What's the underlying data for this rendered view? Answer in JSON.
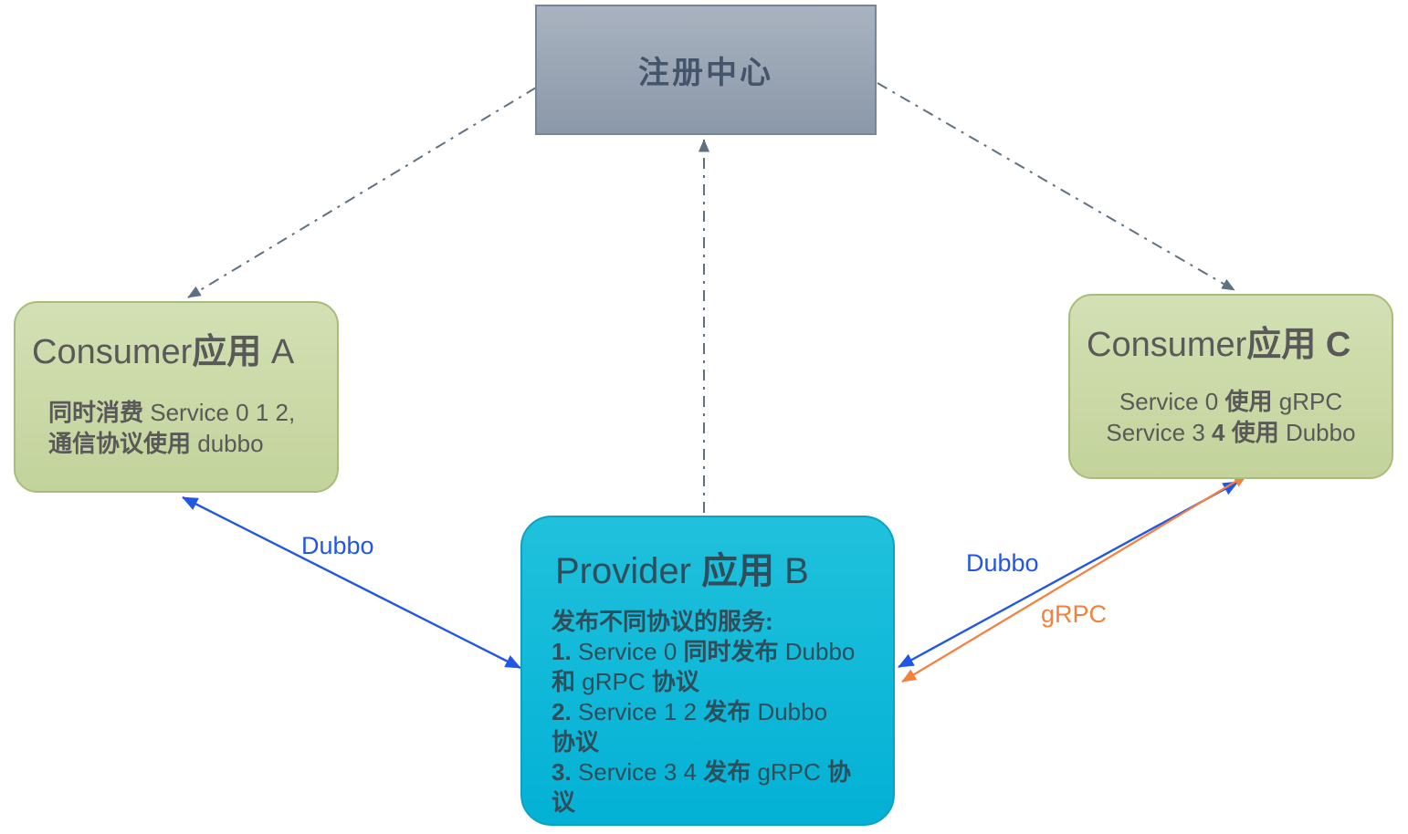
{
  "registry": {
    "title": "注册中心"
  },
  "consumer_a": {
    "title": {
      "pre": "Consumer",
      "bold": "应用",
      "post": " A"
    },
    "body": [
      {
        "bold": "同时消费",
        "post": " Service 0 1 2,"
      },
      {
        "bold": "通信协议使用",
        "post": " dubbo"
      }
    ]
  },
  "consumer_c": {
    "title": {
      "pre": "Consumer",
      "bold": "应用 C"
    },
    "body": [
      {
        "pre": "Service 0 ",
        "bold": "使用",
        "post": " gRPC"
      },
      {
        "pre": "Service 3 ",
        "bold": "4 使用",
        "post": " Dubbo"
      }
    ]
  },
  "provider_b": {
    "title": {
      "pre": "Provider ",
      "bold": "应用",
      "post": " B"
    },
    "body": [
      {
        "bold": "发布不同协议的服务:"
      },
      {
        "n": "1.",
        "pre": " Service 0 ",
        "bold": "同时发布",
        "post": " Dubbo"
      },
      {
        "bold": "和",
        "post": " gRPC ",
        "bold2": "协议"
      },
      {
        "n": "2.",
        "pre": " Service 1 2 ",
        "bold": "发布",
        "post": " Dubbo"
      },
      {
        "bold": "协议"
      },
      {
        "n": "3.",
        "pre": " Service 3 4 ",
        "bold": "发布",
        "post": " gRPC ",
        "bold2": "协"
      },
      {
        "bold": "议"
      }
    ]
  },
  "edges": {
    "dubbo_ab_label": "Dubbo",
    "dubbo_bc_label": "Dubbo",
    "grpc_bc_label": "gRPC"
  },
  "colors": {
    "dubbo_blue": "#2257e6",
    "grpc_orange": "#f4803d",
    "registry_link": "#5e7082",
    "registry_fill": "#93a0b0",
    "consumer_fill": "#c9d8a5",
    "provider_fill": "#06b6d8"
  }
}
